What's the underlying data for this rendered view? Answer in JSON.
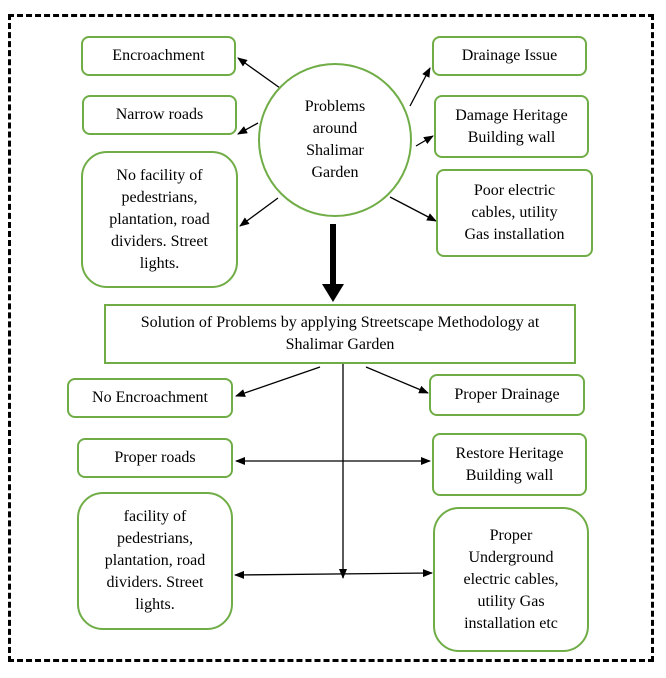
{
  "center": {
    "label": "Problems\naround\nShalimar\nGarden"
  },
  "problems": {
    "left": [
      "Encroachment",
      "Narrow roads",
      "No facility of\npedestrians,\nplantation, road\ndividers. Street\nlights."
    ],
    "right": [
      "Drainage Issue",
      "Damage Heritage\nBuilding wall",
      "Poor electric\ncables, utility\nGas installation"
    ]
  },
  "solution": {
    "label": "Solution of Problems by applying Streetscape Methodology at\nShalimar Garden"
  },
  "solutions": {
    "left": [
      "No Encroachment",
      "Proper roads",
      "facility of\npedestrians,\nplantation, road\ndividers. Street\nlights."
    ],
    "right": [
      "Proper Drainage",
      "Restore Heritage\nBuilding wall",
      "Proper\nUnderground\nelectric cables,\nutility Gas\ninstallation etc"
    ]
  },
  "colors": {
    "box_border": "#70ad47",
    "arrow": "#000000"
  }
}
